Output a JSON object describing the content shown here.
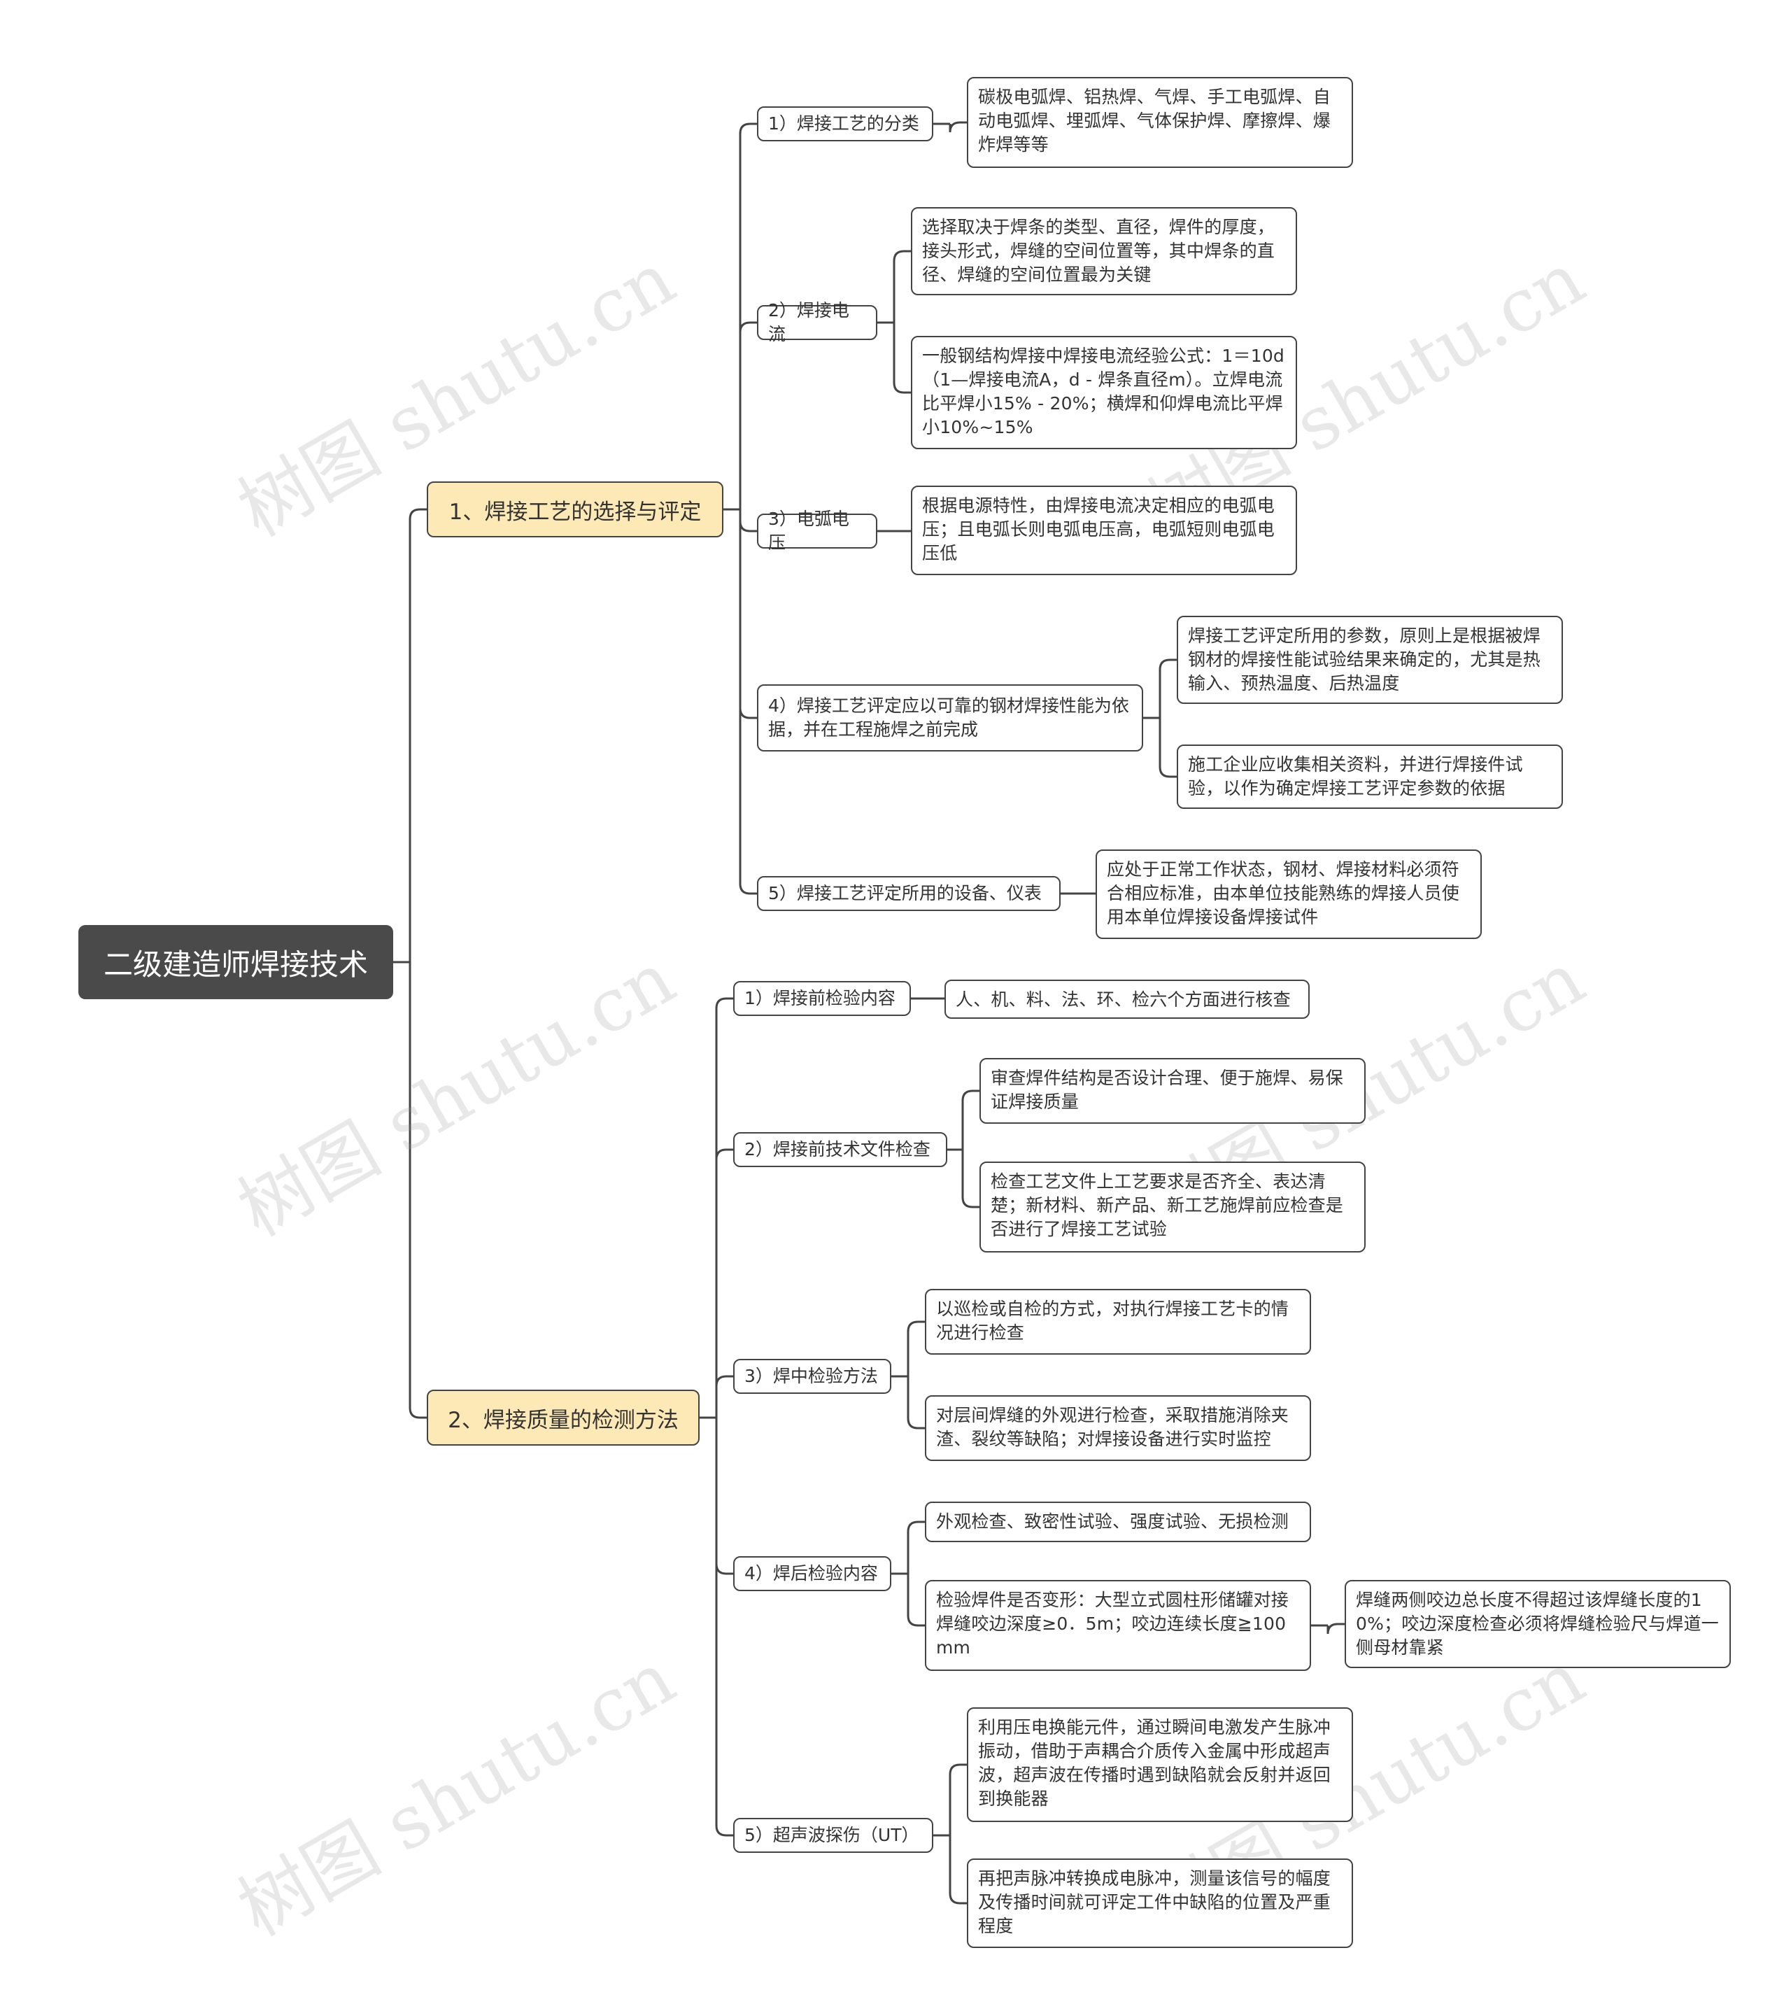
{
  "root": "二级建造师焊接技术",
  "branches": [
    {
      "label": "1、焊接工艺的选择与评定",
      "children": [
        {
          "label": "1）焊接工艺的分类",
          "items": [
            "碳极电弧焊、铝热焊、气焊、手工电弧焊、自动电弧焊、埋弧焊、气体保护焊、摩擦焊、爆炸焊等等"
          ]
        },
        {
          "label": "2）焊接电流",
          "items": [
            "选择取决于焊条的类型、直径，焊件的厚度，接头形式，焊缝的空间位置等，其中焊条的直径、焊缝的空间位置最为关键",
            "一般钢结构焊接中焊接电流经验公式：1＝10d（1—焊接电流A，d - 焊条直径m）。立焊电流比平焊小15% - 20%；横焊和仰焊电流比平焊小10%~15%"
          ]
        },
        {
          "label": "3）电弧电压",
          "items": [
            "根据电源特性，由焊接电流决定相应的电弧电压；且电弧长则电弧电压高，电弧短则电弧电压低"
          ]
        },
        {
          "label": "4）焊接工艺评定应以可靠的钢材焊接性能为依据，并在工程施焊之前完成",
          "items": [
            "焊接工艺评定所用的参数，原则上是根据被焊钢材的焊接性能试验结果来确定的，尤其是热输入、预热温度、后热温度",
            "施工企业应收集相关资料，并进行焊接件试验，以作为确定焊接工艺评定参数的依据"
          ]
        },
        {
          "label": "5）焊接工艺评定所用的设备、仪表",
          "items": [
            "应处于正常工作状态，钢材、焊接材料必须符合相应标准，由本单位技能熟练的焊接人员使用本单位焊接设备焊接试件"
          ]
        }
      ]
    },
    {
      "label": "2、焊接质量的检测方法",
      "children": [
        {
          "label": "1）焊接前检验内容",
          "items": [
            "人、机、料、法、环、检六个方面进行核查"
          ]
        },
        {
          "label": "2）焊接前技术文件检查",
          "items": [
            "审查焊件结构是否设计合理、便于施焊、易保证焊接质量",
            "检查工艺文件上工艺要求是否齐全、表达清楚；新材料、新产品、新工艺施焊前应检查是否进行了焊接工艺试验"
          ]
        },
        {
          "label": "3）焊中检验方法",
          "items": [
            "以巡检或自检的方式，对执行焊接工艺卡的情况进行检查",
            "对层间焊缝的外观进行检查，采取措施消除夹渣、裂纹等缺陷；对焊接设备进行实时监控"
          ]
        },
        {
          "label": "4）焊后检验内容",
          "items": [
            "外观检查、致密性试验、强度试验、无损检测",
            "检验焊件是否变形：大型立式圆柱形储罐对接焊缝咬边深度≥0．5m；咬边连续长度≧100mm"
          ],
          "sub": "焊缝两侧咬边总长度不得超过该焊缝长度的10%；咬边深度检查必须将焊缝检验尺与焊道一侧母材靠紧"
        },
        {
          "label": "5）超声波探伤（UT）",
          "items": [
            "利用压电换能元件，通过瞬间电激发产生脉冲振动，借助于声耦合介质传入金属中形成超声波，超声波在传播时遇到缺陷就会反射并返回到换能器",
            "再把声脉冲转换成电脉冲，测量该信号的幅度及传播时间就可评定工件中缺陷的位置及严重程度"
          ]
        }
      ]
    }
  ],
  "watermark": "树图 shutu.cn",
  "colors": {
    "line": "#444444",
    "level1_fill": "#fde9b5",
    "root_fill": "#4a4a4a"
  }
}
